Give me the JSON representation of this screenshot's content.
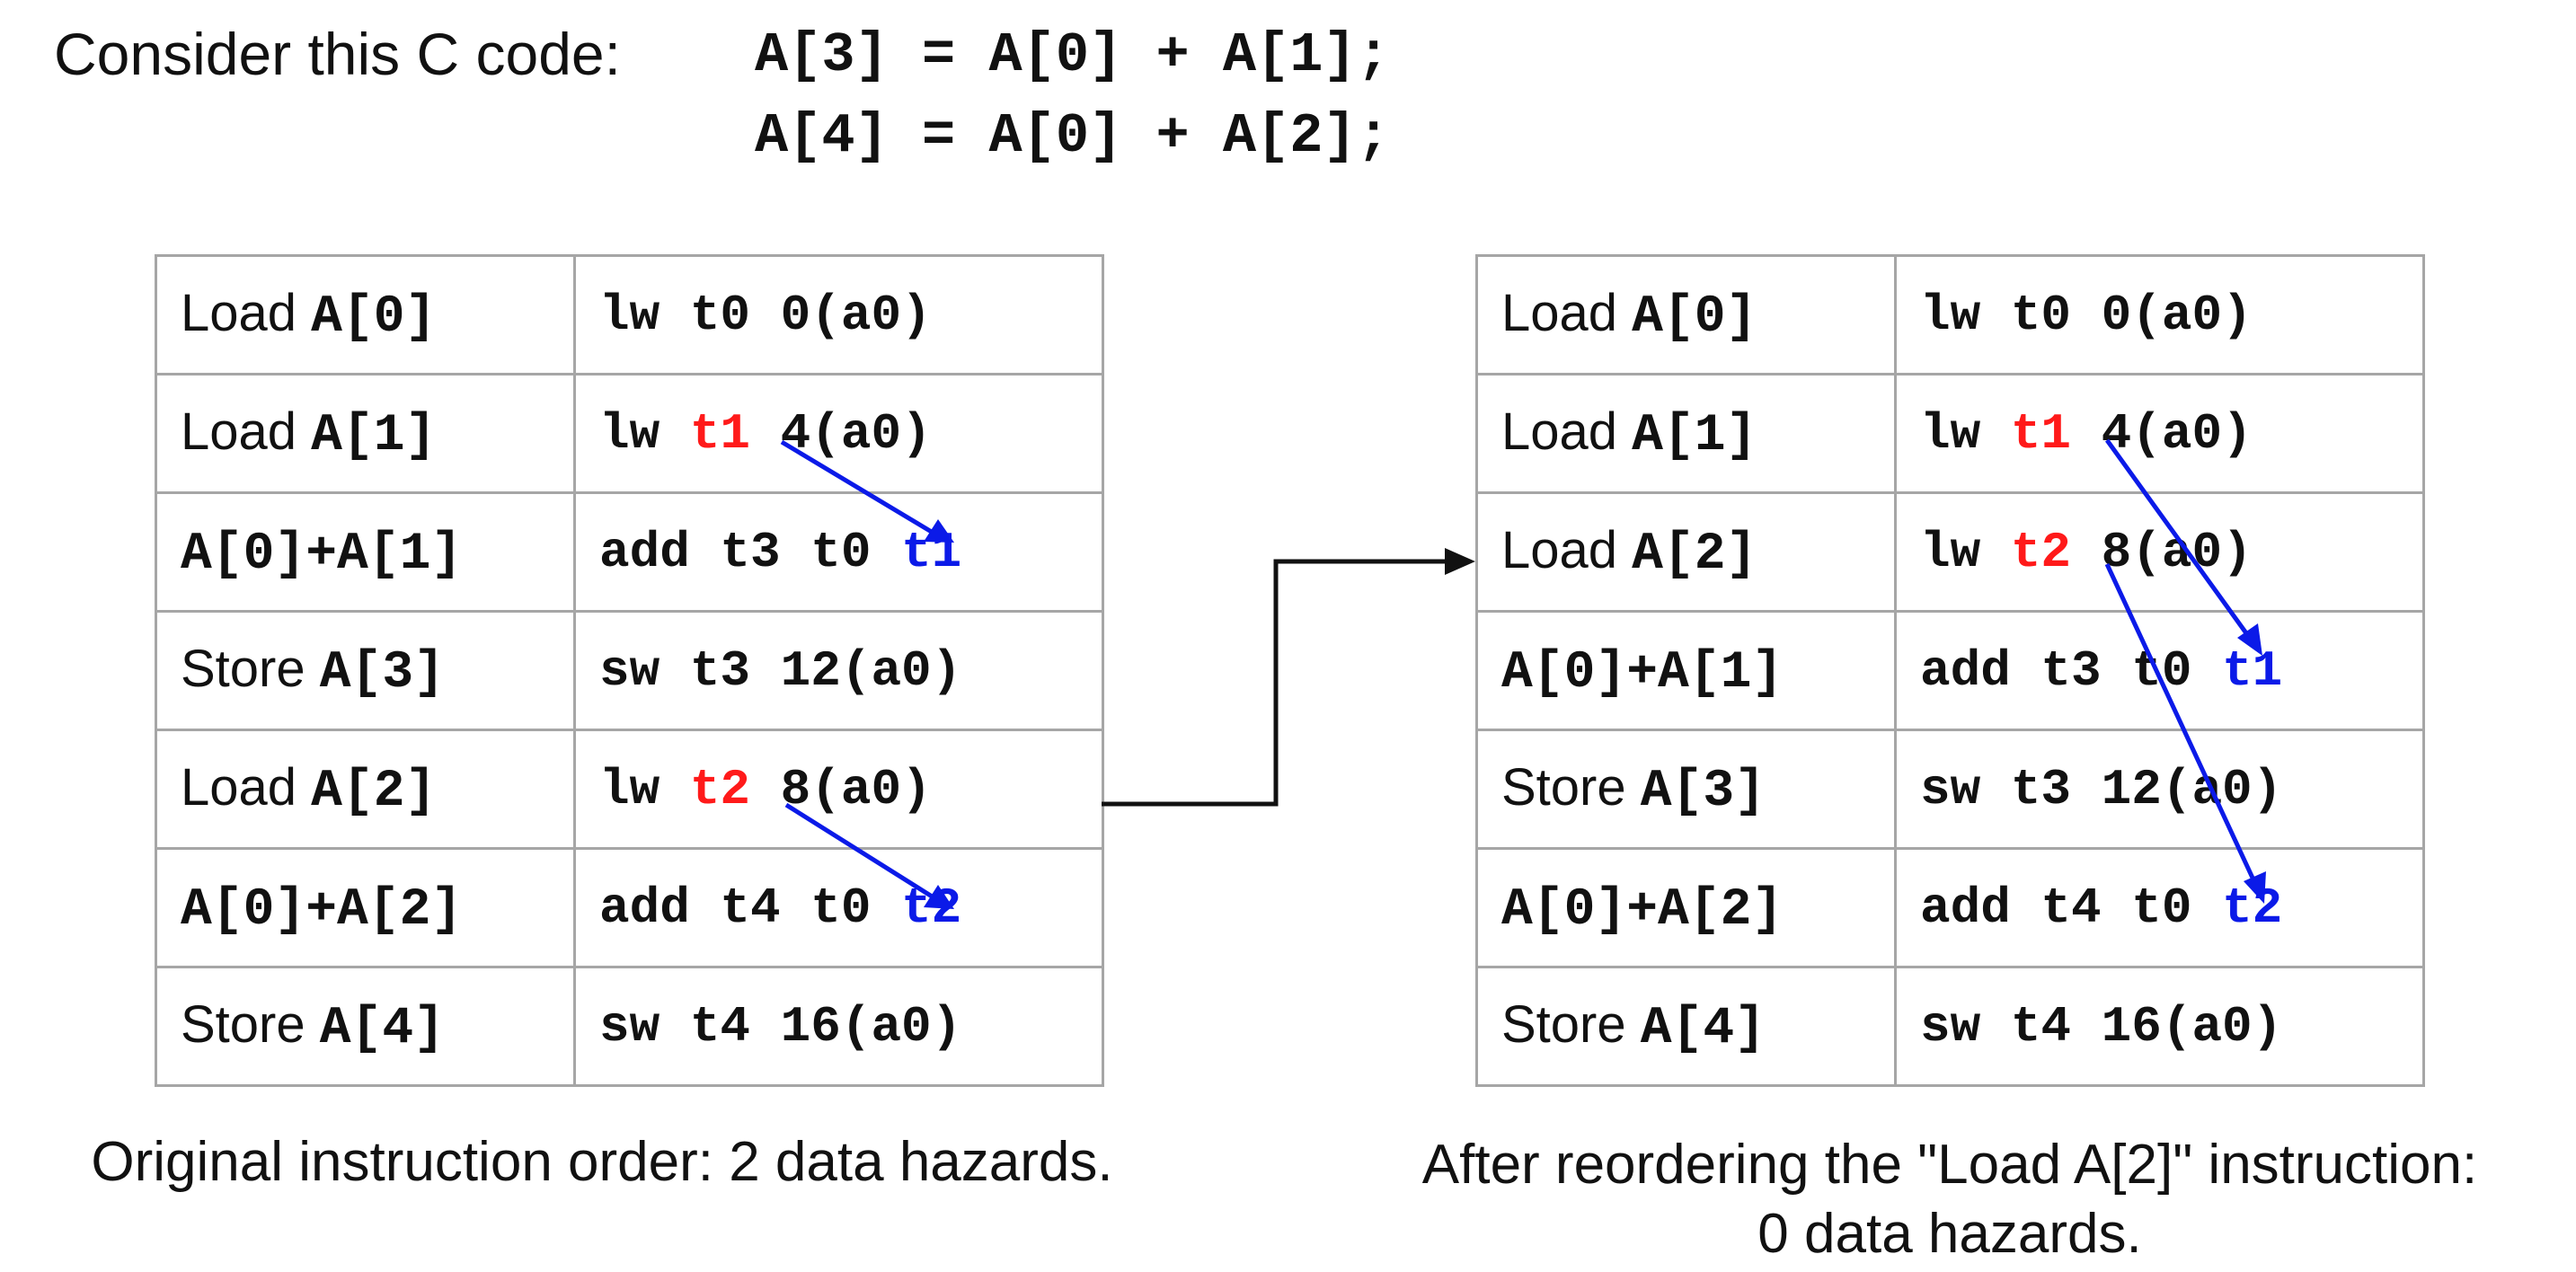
{
  "intro": "Consider this C code:",
  "code": [
    "A[3] = A[0] + A[1];",
    "A[4] = A[0] + A[2];"
  ],
  "left_table": [
    {
      "label_text": "Load ",
      "label_code": "A[0]",
      "asm": [
        {
          "t": "lw t0 0(a0)",
          "c": ""
        }
      ]
    },
    {
      "label_text": "Load ",
      "label_code": "A[1]",
      "asm": [
        {
          "t": "lw ",
          "c": ""
        },
        {
          "t": "t1",
          "c": "red"
        },
        {
          "t": " 4(a0)",
          "c": ""
        }
      ]
    },
    {
      "label_text": "",
      "label_code": "A[0]+A[1]",
      "asm": [
        {
          "t": "add t3 t0 ",
          "c": ""
        },
        {
          "t": "t1",
          "c": "blue"
        }
      ]
    },
    {
      "label_text": "Store ",
      "label_code": "A[3]",
      "asm": [
        {
          "t": "sw t3 12(a0)",
          "c": ""
        }
      ]
    },
    {
      "label_text": "Load ",
      "label_code": "A[2]",
      "asm": [
        {
          "t": "lw ",
          "c": ""
        },
        {
          "t": "t2",
          "c": "red"
        },
        {
          "t": " 8(a0)",
          "c": ""
        }
      ]
    },
    {
      "label_text": "",
      "label_code": "A[0]+A[2]",
      "asm": [
        {
          "t": "add t4 t0 ",
          "c": ""
        },
        {
          "t": "t2",
          "c": "blue"
        }
      ]
    },
    {
      "label_text": "Store ",
      "label_code": "A[4]",
      "asm": [
        {
          "t": "sw t4 16(a0)",
          "c": ""
        }
      ]
    }
  ],
  "right_table": [
    {
      "label_text": "Load ",
      "label_code": "A[0]",
      "asm": [
        {
          "t": "lw t0 0(a0)",
          "c": ""
        }
      ]
    },
    {
      "label_text": "Load ",
      "label_code": "A[1]",
      "asm": [
        {
          "t": "lw ",
          "c": ""
        },
        {
          "t": "t1",
          "c": "red"
        },
        {
          "t": " 4(a0)",
          "c": ""
        }
      ]
    },
    {
      "label_text": "Load ",
      "label_code": "A[2]",
      "asm": [
        {
          "t": "lw ",
          "c": ""
        },
        {
          "t": "t2",
          "c": "red"
        },
        {
          "t": " 8(a0)",
          "c": ""
        }
      ]
    },
    {
      "label_text": "",
      "label_code": "A[0]+A[1]",
      "asm": [
        {
          "t": "add t3 t0 ",
          "c": ""
        },
        {
          "t": "t1",
          "c": "blue"
        }
      ]
    },
    {
      "label_text": "Store ",
      "label_code": "A[3]",
      "asm": [
        {
          "t": "sw t3 12(a0)",
          "c": ""
        }
      ]
    },
    {
      "label_text": "",
      "label_code": "A[0]+A[2]",
      "asm": [
        {
          "t": "add t4 t0 ",
          "c": ""
        },
        {
          "t": "t2",
          "c": "blue"
        }
      ]
    },
    {
      "label_text": "Store ",
      "label_code": "A[4]",
      "asm": [
        {
          "t": "sw t4 16(a0)",
          "c": ""
        }
      ]
    }
  ],
  "caption_left": "Original instruction order: 2 data hazards.",
  "caption_right_1": "After reordering the \"Load A[2]\" instruction:",
  "caption_right_2": "0 data hazards.",
  "colors": {
    "dest_register": "#ff1a1a",
    "source_register": "#0b1ae8",
    "dependency_arrow": "#0b1ae8",
    "grid": "#a6a6a6"
  }
}
